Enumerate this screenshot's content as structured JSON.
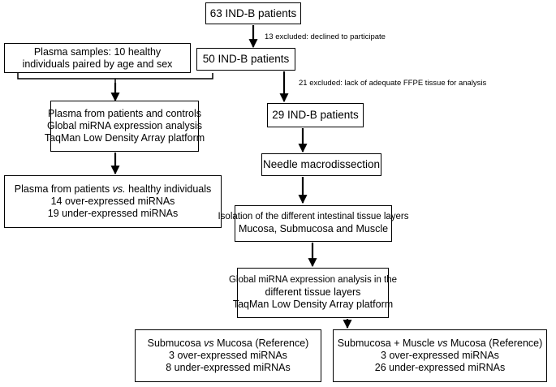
{
  "boxes": {
    "b63": {
      "line1": "63 IND-B patients"
    },
    "b50": {
      "line1": "50 IND-B patients"
    },
    "b29": {
      "line1": "29 IND-B patients"
    },
    "plasma_samples": {
      "line1": "Plasma samples: 10 healthy",
      "line2": "individuals paired by age and sex"
    },
    "plasma_analysis": {
      "line1": "Plasma from patients and controls",
      "line2": "Global miRNA expression analysis",
      "line3": "TaqMan Low Density Array platform"
    },
    "plasma_results": {
      "line1_a": "Plasma from patients ",
      "line1_vs": "vs.",
      "line1_b": " healthy individuals",
      "line2": "14 over-expressed miRNAs",
      "line3": "19 under-expressed miRNAs"
    },
    "needle": {
      "line1": "Needle macrodissection"
    },
    "isolation": {
      "line1": "Isolation of the different intestinal tissue layers",
      "line2": "Mucosa, Submucosa and Muscle"
    },
    "global": {
      "line1": "Global miRNA expression analysis in the",
      "line2": "different tissue layers",
      "line3": "TaqMan Low Density Array platform"
    },
    "submucosa": {
      "line1_a": "Submucosa ",
      "line1_vs": "vs",
      "line1_b": " Mucosa (Reference)",
      "line2": "3 over-expressed miRNAs",
      "line3": "8 under-expressed miRNAs"
    },
    "submuscle": {
      "line1_a": "Submucosa + Muscle ",
      "line1_vs": "vs",
      "line1_b": " Mucosa (Reference)",
      "line2": "3 over-expressed miRNAs",
      "line3": "26  under-expressed miRNAs"
    }
  },
  "notes": {
    "excl13": "13 excluded: declined to participate",
    "excl21": "21 excluded: lack of adequate FFPE tissue for analysis"
  }
}
